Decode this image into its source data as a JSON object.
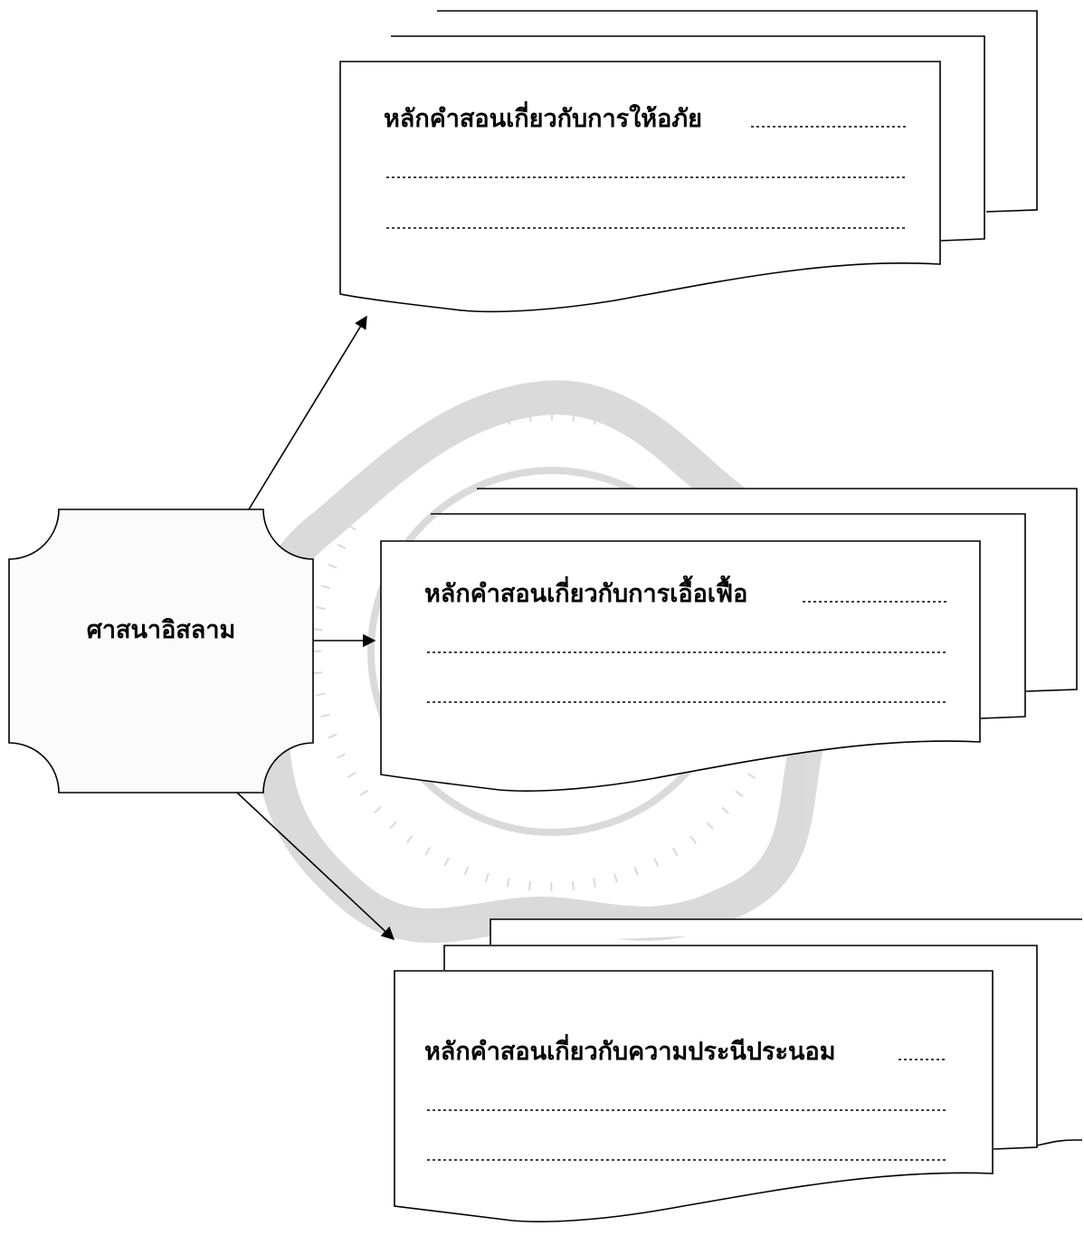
{
  "center": {
    "label": "ศาสนาอิสลาม"
  },
  "documents": [
    {
      "title": "หลักคำสอนเกี่ยวกับการให้อภัย"
    },
    {
      "title": "หลักคำสอนเกี่ยวกับการเอื้อเฟื้อ"
    },
    {
      "title": "หลักคำสอนเกี่ยวกับความประนีประนอม"
    }
  ],
  "colors": {
    "stroke": "#000000",
    "background": "#ffffff",
    "watermark": "#bdbdbd"
  }
}
